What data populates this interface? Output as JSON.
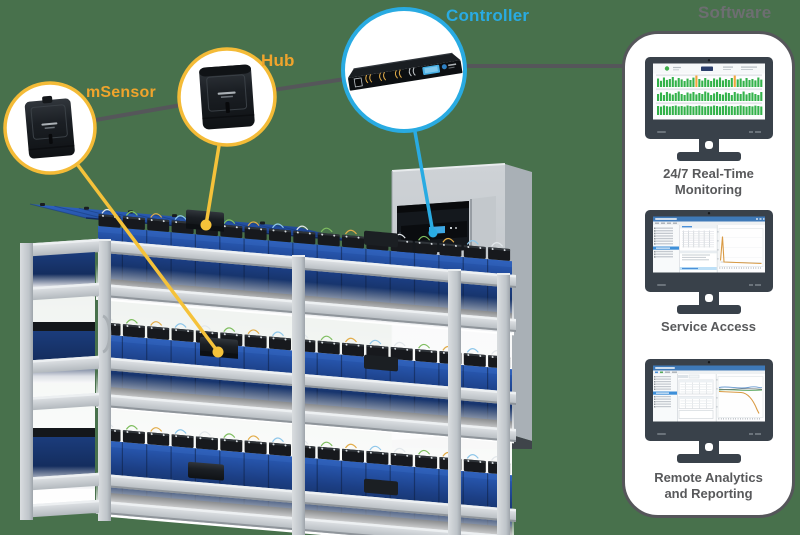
{
  "background": {
    "color": "#48714C"
  },
  "callouts": {
    "msensor": {
      "label": "mSensor",
      "text_color": "#F0A42C",
      "ring_color": "#F4BB37",
      "leader_color": "#F5C23A"
    },
    "hub": {
      "label": "Hub",
      "text_color": "#F0A42C",
      "ring_color": "#F4BB37",
      "leader_color": "#F5C23A"
    },
    "controller": {
      "label": "Controller",
      "text_color": "#29ABE2",
      "ring_color": "#29ABE2",
      "leader_color": "#29ABE2"
    }
  },
  "software_panel": {
    "title": "Software",
    "title_color": "#6D6E71",
    "border_color": "#55565A",
    "monitors": [
      {
        "name": "monitoring",
        "caption": "24/7 Real-Time Monitoring"
      },
      {
        "name": "service",
        "caption": "Service Access"
      },
      {
        "name": "analytics",
        "caption": "Remote Analytics and Reporting"
      }
    ]
  },
  "connector_color": "#55565A",
  "scene_colors": {
    "rack_frame": "#C9CDD1",
    "battery_blue": "#2458B4",
    "battery_navy": "#132A55",
    "cabinet_gray": "#C6CBCF",
    "monitor_body": "#39414A"
  },
  "monitor1_chart": {
    "type": "bar",
    "description": "three rows of per-battery status bars on the monitoring screen",
    "bar_color": "#33B24A",
    "highlight_color": "#F2A63B",
    "rows": [
      [
        0.85,
        0.62,
        0.95,
        0.71,
        0.8,
        1.0,
        0.66,
        0.9,
        0.76,
        0.6,
        0.84,
        0.7,
        0.94,
        1.15,
        0.8,
        0.64,
        0.9,
        0.72,
        0.6,
        0.86,
        0.74,
        0.95,
        0.66,
        0.8,
        0.7,
        0.9,
        1.15,
        0.76,
        0.85,
        0.62,
        0.9,
        0.7,
        0.8,
        0.66,
        0.95,
        0.74
      ],
      [
        0.7,
        0.85,
        0.6,
        0.9,
        0.75,
        0.64,
        0.8,
        0.95,
        0.7,
        0.6,
        0.85,
        0.74,
        0.9,
        0.66,
        0.8,
        0.7,
        0.95,
        0.84,
        0.6,
        0.76,
        0.9,
        0.7,
        0.64,
        0.85,
        0.8,
        0.6,
        0.9,
        0.75,
        0.7,
        0.95,
        0.66,
        0.8,
        0.85,
        0.7,
        0.6,
        0.9
      ],
      [
        0.9,
        0.84,
        0.95,
        0.88,
        0.84,
        0.9,
        0.95,
        0.86,
        0.9,
        0.84,
        0.95,
        0.9,
        0.85,
        0.9,
        0.94,
        0.88,
        0.84,
        0.9,
        0.86,
        0.95,
        0.9,
        0.84,
        0.9,
        0.95,
        0.86,
        0.9,
        0.84,
        0.9,
        0.95,
        0.88,
        0.84,
        0.9,
        0.86,
        0.94,
        0.9,
        0.85
      ]
    ],
    "highlight_indices": [
      [
        13,
        26
      ],
      [],
      []
    ]
  }
}
